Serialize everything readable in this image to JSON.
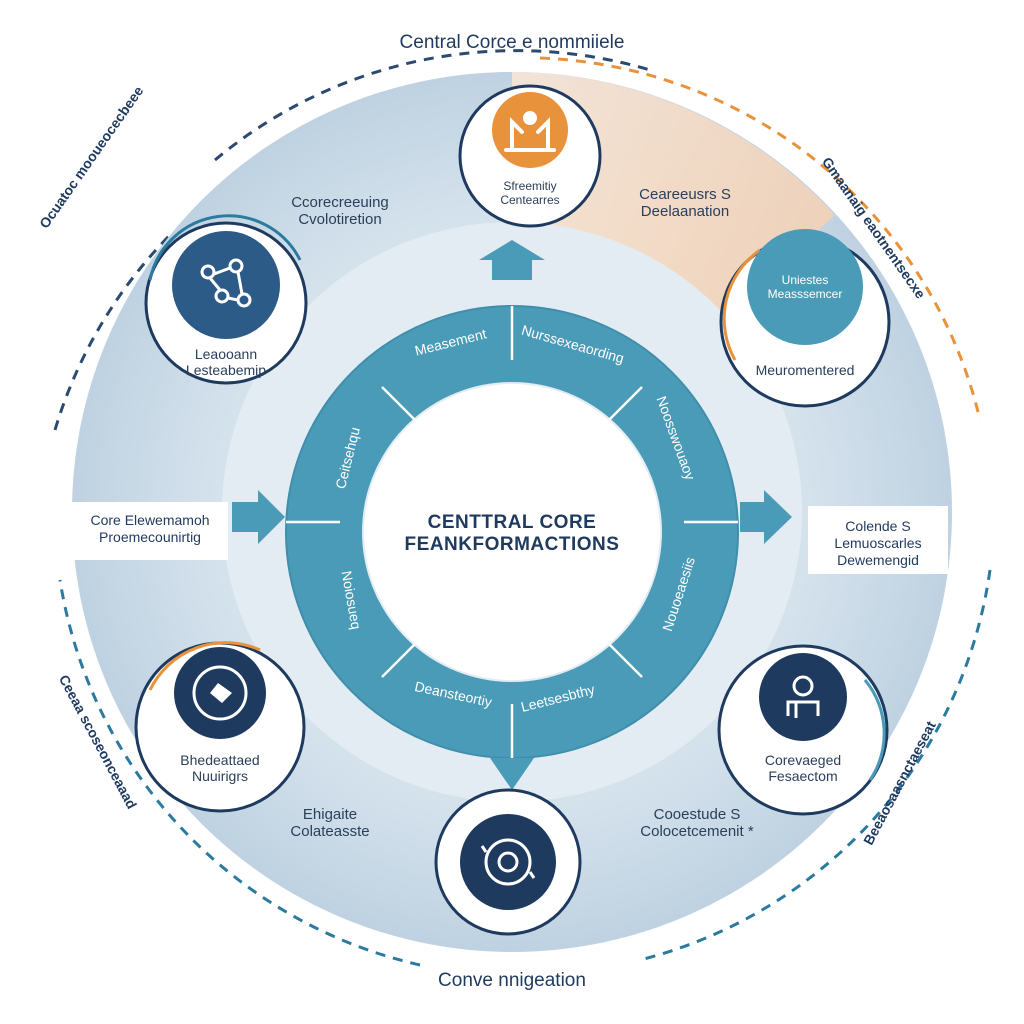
{
  "title_top": "Central Corce e nommiiele",
  "title_bottom": "Conve nnigeation",
  "core": {
    "line1": "CENTTRAL CORE",
    "line2": "FEANKFORMACTIONS"
  },
  "ring_labels": {
    "top_left": "Measement",
    "top_right": "Nurssexeaording",
    "right_upper": "Noosswouaoy",
    "right_lower": "Nouoeaesiis",
    "bottom_right": "Leetsesbthy",
    "bottom_left": "Deansteortiy",
    "left_lower": "Noiosueq",
    "left_upper": "Ceitsehqu"
  },
  "nodes": {
    "top": {
      "line1": "Sfreemitiy",
      "line2": "Centearres",
      "icon": "hands-icon"
    },
    "top_left": {
      "line1": "Leaooann",
      "line2": "Lesteabemip",
      "icon": "molecule-icon"
    },
    "right_upper": {
      "line1": "Uniestes",
      "line2": "Measssemcer",
      "caption": "Meuromentered",
      "icon": "gauge-icon"
    },
    "bottom_left": {
      "line1": "Bhedeattaed",
      "line2": "Nuuirigrs",
      "icon": "badge-icon"
    },
    "bottom_right": {
      "line1": "Corevaeged",
      "line2": "Fesaectom",
      "icon": "person-icon"
    },
    "bottom": {
      "icon": "cycle-icon"
    }
  },
  "mid_labels": {
    "upper_left": {
      "line1": "Ccorecreeuing",
      "line2": "Cvolotiretion"
    },
    "upper_right": {
      "line1": "Ceareeusrs S",
      "line2": "Deelaanation"
    },
    "lower_left": {
      "line1": "Ehigaite",
      "line2": "Colateasste"
    },
    "lower_right": {
      "line1": "Cooestude S",
      "line2": "Colocetcemenit *"
    }
  },
  "side_boxes": {
    "left": {
      "line1": "Core Elewemamoh",
      "line2": "Proemecounirtig"
    },
    "right": {
      "line1": "Colende S",
      "line2": "Lemuoscarles",
      "line3": "Dewemengid"
    }
  },
  "side_vertical": {
    "upper_left": "Ocuatoc mooueocecbeee",
    "upper_right": "Gmaanaig eaotnentsecxe",
    "lower_left": "Ceeaa scoseonceaaad",
    "lower_right": "Beeaosaasnctaeseat"
  },
  "colors": {
    "teal_ring": "#4a9bb8",
    "navy": "#2b5b86",
    "dark_navy": "#1f3a5f",
    "orange": "#e8923c",
    "pale_blue": "#c9d9e6",
    "pale_orange": "#f4d2b5"
  }
}
